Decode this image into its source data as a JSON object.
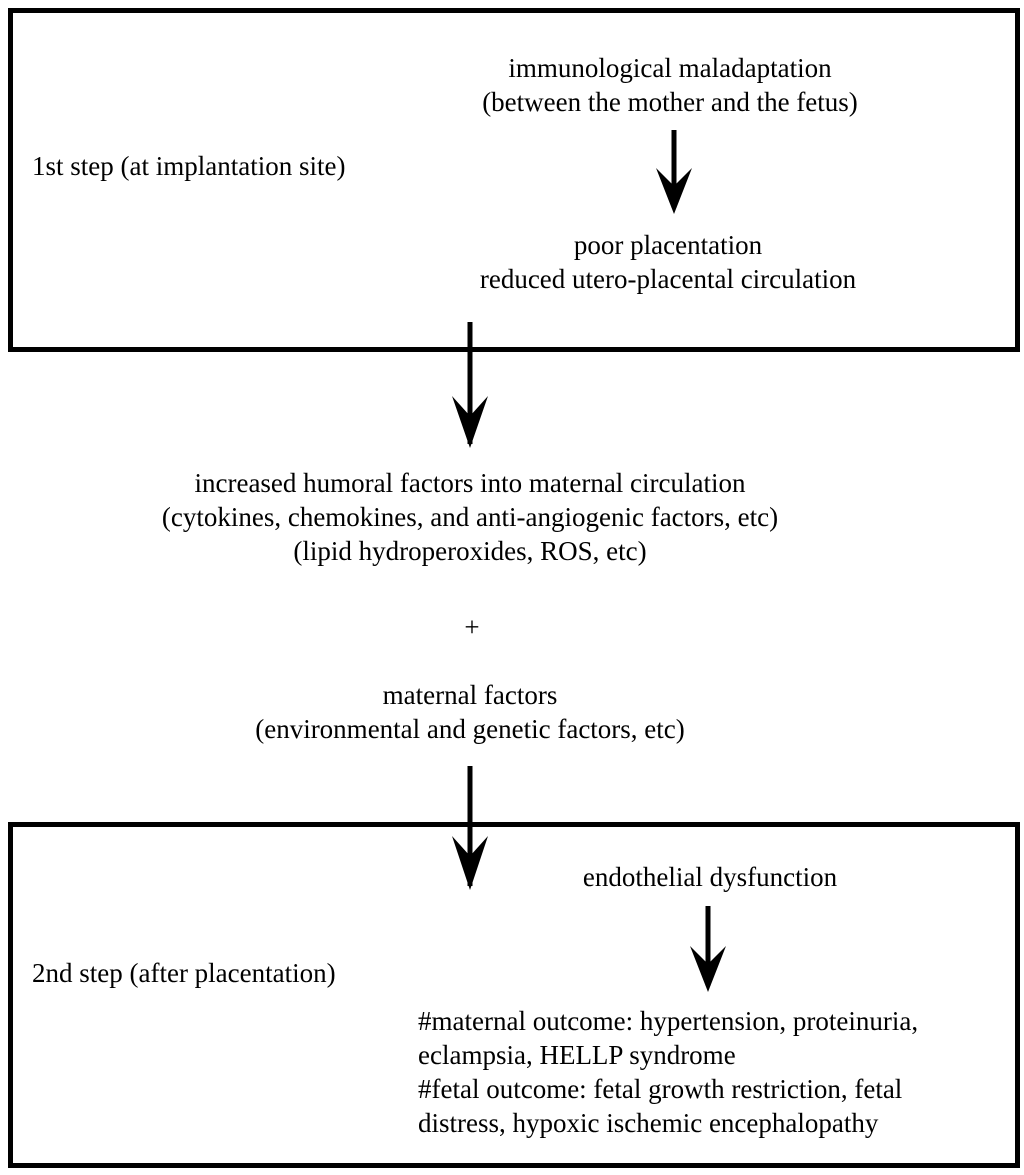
{
  "step1": {
    "label": "1st step (at implantation site)",
    "cause": [
      "immunological maladaptation",
      "(between the mother and the fetus)"
    ],
    "result": [
      "poor placentation",
      "reduced utero-placental circulation"
    ]
  },
  "middle": {
    "humoral": [
      "increased humoral factors into maternal circulation",
      "(cytokines, chemokines, and anti-angiogenic factors, etc)",
      "(lipid hydroperoxides, ROS, etc)"
    ],
    "plus": "+",
    "maternal": [
      "maternal factors",
      "(environmental and genetic factors, etc)"
    ]
  },
  "step2": {
    "label": "2nd step (after placentation)",
    "cause": "endothelial dysfunction",
    "outcomes": [
      "#maternal outcome: hypertension, proteinuria,",
      "eclampsia, HELLP syndrome",
      "#fetal outcome: fetal growth restriction, fetal",
      "distress, hypoxic ischemic encephalopathy"
    ]
  },
  "colors": {
    "line": "#000000",
    "background": "#ffffff"
  }
}
